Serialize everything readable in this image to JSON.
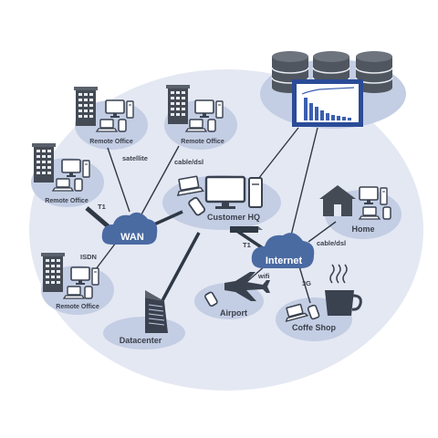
{
  "colors": {
    "background_oval": "#e4e8f3",
    "site_disc": "#c3cde3",
    "cloud": "#4a6aa2",
    "line": "#2f3845",
    "device_outline": "#3a4250",
    "chart_bars": "#3c5fb0"
  },
  "sites": {
    "remote_office_1": "Remote Office",
    "remote_office_2": "Remote Office",
    "remote_office_3": "Remote Office",
    "remote_office_4": "Remote Office",
    "customer_hq": "Customer HQ",
    "home": "Home",
    "airport": "Airport",
    "coffee_shop": "Coffe Shop",
    "datacenter": "Datacenter"
  },
  "clouds": {
    "wan": "WAN",
    "internet": "Internet"
  },
  "links": {
    "satellite": "satellite",
    "cable_dsl_1": "cable/dsl",
    "t1_wan": "T1",
    "isdn": "ISDN",
    "t1_internet": "T1",
    "cable_dsl_2": "cable/dsl",
    "wifi": "wifi",
    "three_g": "3G"
  },
  "icons": {
    "office_building": "office-building-icon",
    "desktop": "desktop-computer-icon",
    "laptop": "laptop-icon",
    "phone": "phone-icon",
    "database": "database-icon",
    "chart": "chart-monitor-icon",
    "house": "house-icon",
    "airplane": "airplane-icon",
    "coffee": "coffee-cup-icon",
    "router": "router-icon",
    "datacenter": "datacenter-building-icon"
  }
}
